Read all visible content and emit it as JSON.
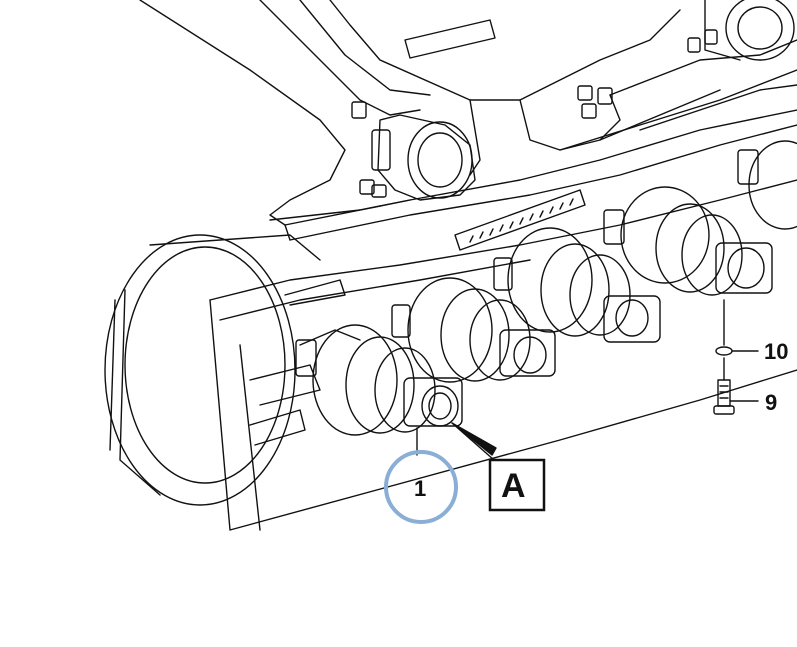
{
  "callouts": {
    "part_1": "1",
    "part_10": "10",
    "part_9": "9",
    "view_a": "A"
  },
  "colors": {
    "line": "#111111",
    "highlight_ring": "#8aaed6",
    "background": "#ffffff"
  }
}
